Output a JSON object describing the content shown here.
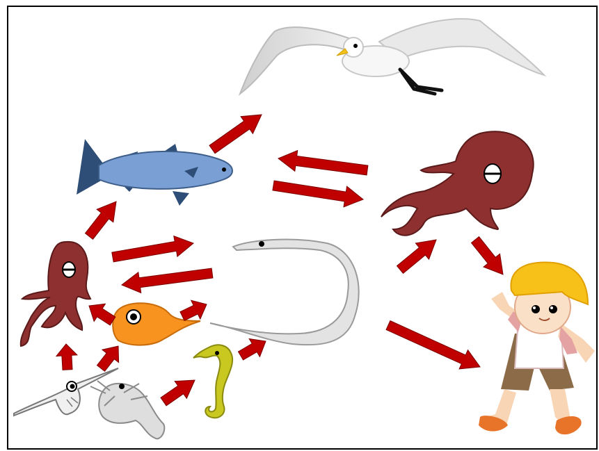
{
  "diagram": {
    "type": "food-web",
    "organisms": [
      {
        "id": "seagull",
        "icon": "seagull-icon",
        "color": "#eeeeee"
      },
      {
        "id": "fish",
        "icon": "fish-icon",
        "color": "#7a9fd4"
      },
      {
        "id": "big-octopus",
        "icon": "octopus-icon",
        "color": "#8f3030"
      },
      {
        "id": "child",
        "icon": "child-icon",
        "color": "#f7c11a"
      },
      {
        "id": "small-octopus",
        "icon": "octopus-icon",
        "color": "#8f3030"
      },
      {
        "id": "eel",
        "icon": "eel-icon",
        "color": "#dcdcdc"
      },
      {
        "id": "orange-fish",
        "icon": "orange-fish-icon",
        "color": "#f7931e"
      },
      {
        "id": "seahorse",
        "icon": "seahorse-icon",
        "color": "#c8c820"
      },
      {
        "id": "larva",
        "icon": "fish-larva-icon",
        "color": "#e8e8e8"
      },
      {
        "id": "shrimp",
        "icon": "shrimp-icon",
        "color": "#d9d9d9"
      }
    ],
    "arrow_color": "#c00000",
    "arrows": [
      {
        "from": "fish",
        "to": "seagull"
      },
      {
        "from": "big-octopus",
        "to": "fish"
      },
      {
        "from": "fish",
        "to": "big-octopus"
      },
      {
        "from": "small-octopus",
        "to": "fish"
      },
      {
        "from": "small-octopus",
        "to": "eel"
      },
      {
        "from": "eel",
        "to": "small-octopus"
      },
      {
        "from": "eel",
        "to": "big-octopus"
      },
      {
        "from": "big-octopus",
        "to": "child"
      },
      {
        "from": "eel",
        "to": "child"
      },
      {
        "from": "orange-fish",
        "to": "small-octopus"
      },
      {
        "from": "orange-fish",
        "to": "eel"
      },
      {
        "from": "larva",
        "to": "small-octopus"
      },
      {
        "from": "larva",
        "to": "orange-fish"
      },
      {
        "from": "shrimp",
        "to": "seahorse"
      },
      {
        "from": "seahorse",
        "to": "eel"
      }
    ]
  }
}
